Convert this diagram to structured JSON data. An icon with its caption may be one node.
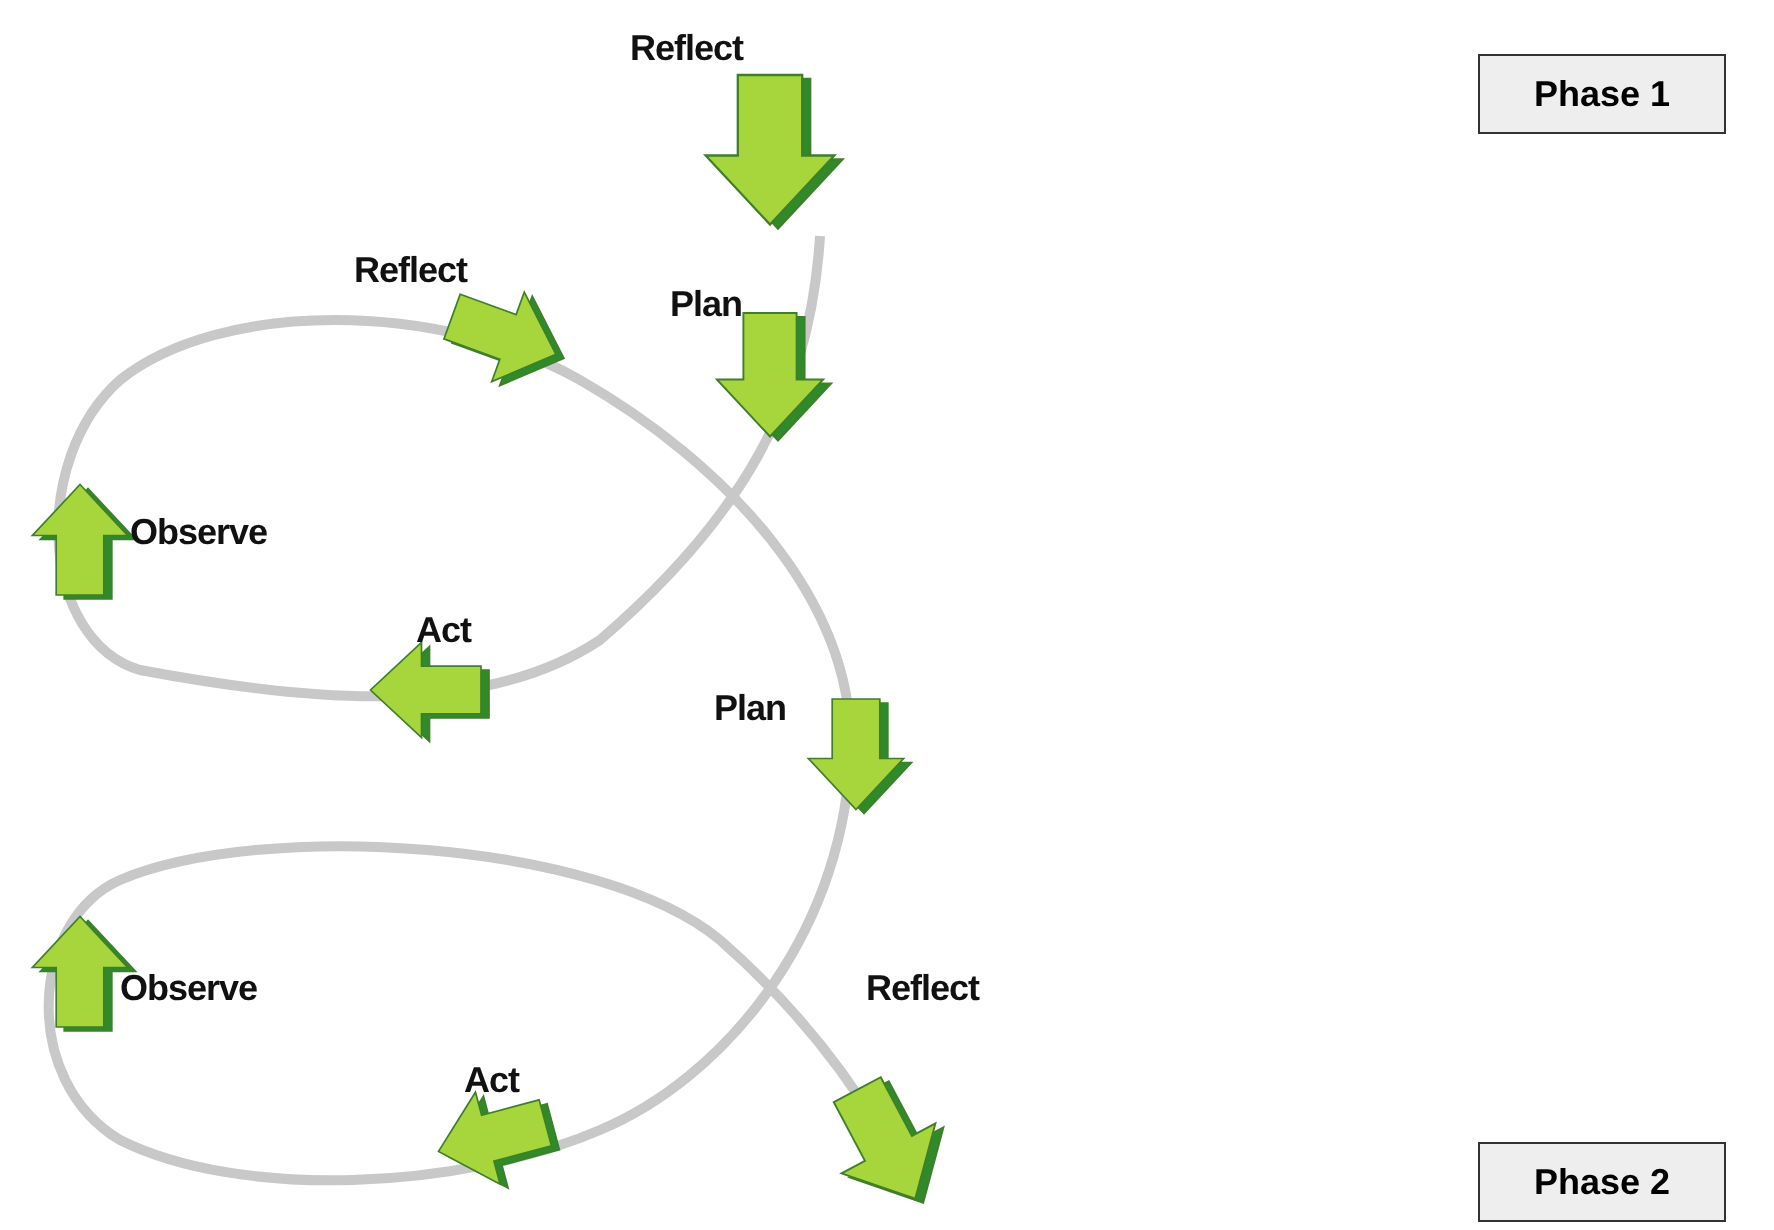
{
  "diagram": {
    "nodes": [
      {
        "text": [
          "Phase 1"
        ]
      },
      {
        "text": [
          "Phase 2"
        ]
      }
    ],
    "edges": [],
    "labels": [
      "Reflect",
      "Plan",
      "Reflect",
      "Observe",
      "Act",
      "Plan",
      "Observe",
      "Reflect",
      "Act"
    ]
  }
}
